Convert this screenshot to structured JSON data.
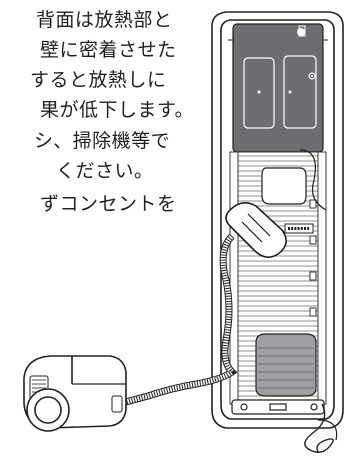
{
  "text_lines": [
    "背面は放熱部と",
    "壁に密着させた",
    "すると放熱しに",
    "果が低下します。",
    "シ、掃除機等で",
    "ください。",
    "ずコンセントを"
  ],
  "colors": {
    "text": "#231f20",
    "line": "#231f20",
    "panel": "#6d6e71",
    "panel_dark": "#58595b",
    "water_tank": "#9d9fa2"
  }
}
